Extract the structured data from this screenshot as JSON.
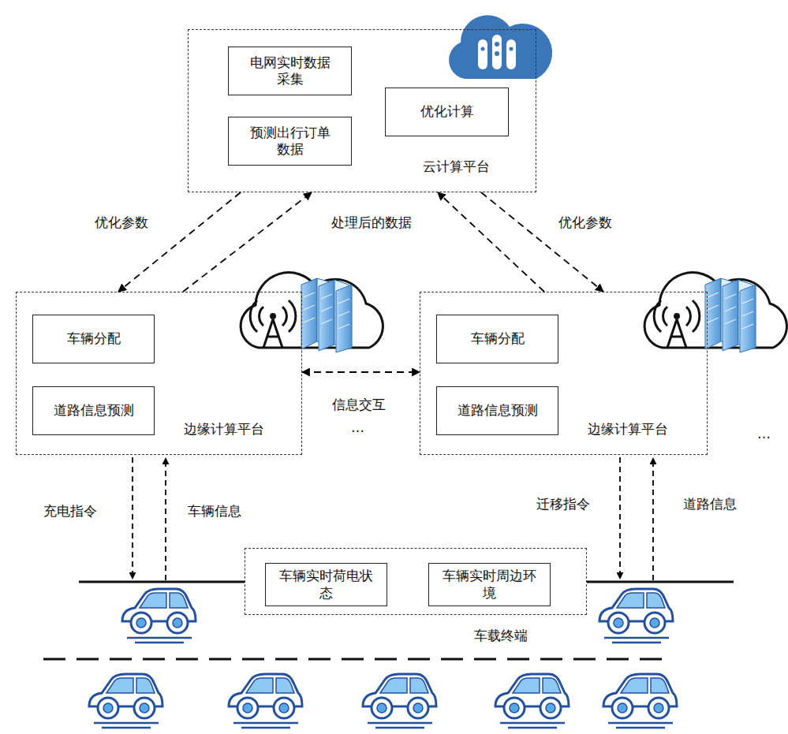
{
  "diagram": {
    "nodes": [
      {
        "text": [
          "云计算平台"
        ]
      },
      {
        "text": [
          "电网实时数据采集"
        ],
        "in": 0
      },
      {
        "text": [
          "预测出行订单数据"
        ],
        "in": 0
      },
      {
        "text": [
          "优化计算"
        ],
        "in": 0
      },
      {
        "text": [
          "边缘计算平台"
        ]
      },
      {
        "text": [
          "车辆分配"
        ],
        "in": 4
      },
      {
        "text": [
          "道路信息预测"
        ],
        "in": 4
      },
      {
        "text": [
          "边缘计算平台"
        ]
      },
      {
        "text": [
          "车辆分配"
        ],
        "in": 7
      },
      {
        "text": [
          "道路信息预测"
        ],
        "in": 7
      },
      {
        "text": [
          "车载终端"
        ]
      },
      {
        "text": [
          "车辆实时荷电状态"
        ],
        "in": 10
      },
      {
        "text": [
          "车辆实时周边环境"
        ],
        "in": 10
      }
    ],
    "edges": [
      {
        "from": 0,
        "to": 4,
        "arrow": "to",
        "label": "优化参数"
      },
      {
        "from": 4,
        "to": 0,
        "arrow": "to"
      },
      {
        "from": 7,
        "to": 0,
        "arrow": "to"
      },
      {
        "from": 0,
        "to": 7,
        "arrow": "to",
        "label": "优化参数"
      },
      {
        "from": 4,
        "to": 7,
        "arrow": "both",
        "label": "信息交互"
      }
    ],
    "labels": [
      "处理后的数据",
      "…",
      "…",
      "充电指令",
      "车辆信息",
      "迁移指令",
      "道路信息"
    ]
  }
}
